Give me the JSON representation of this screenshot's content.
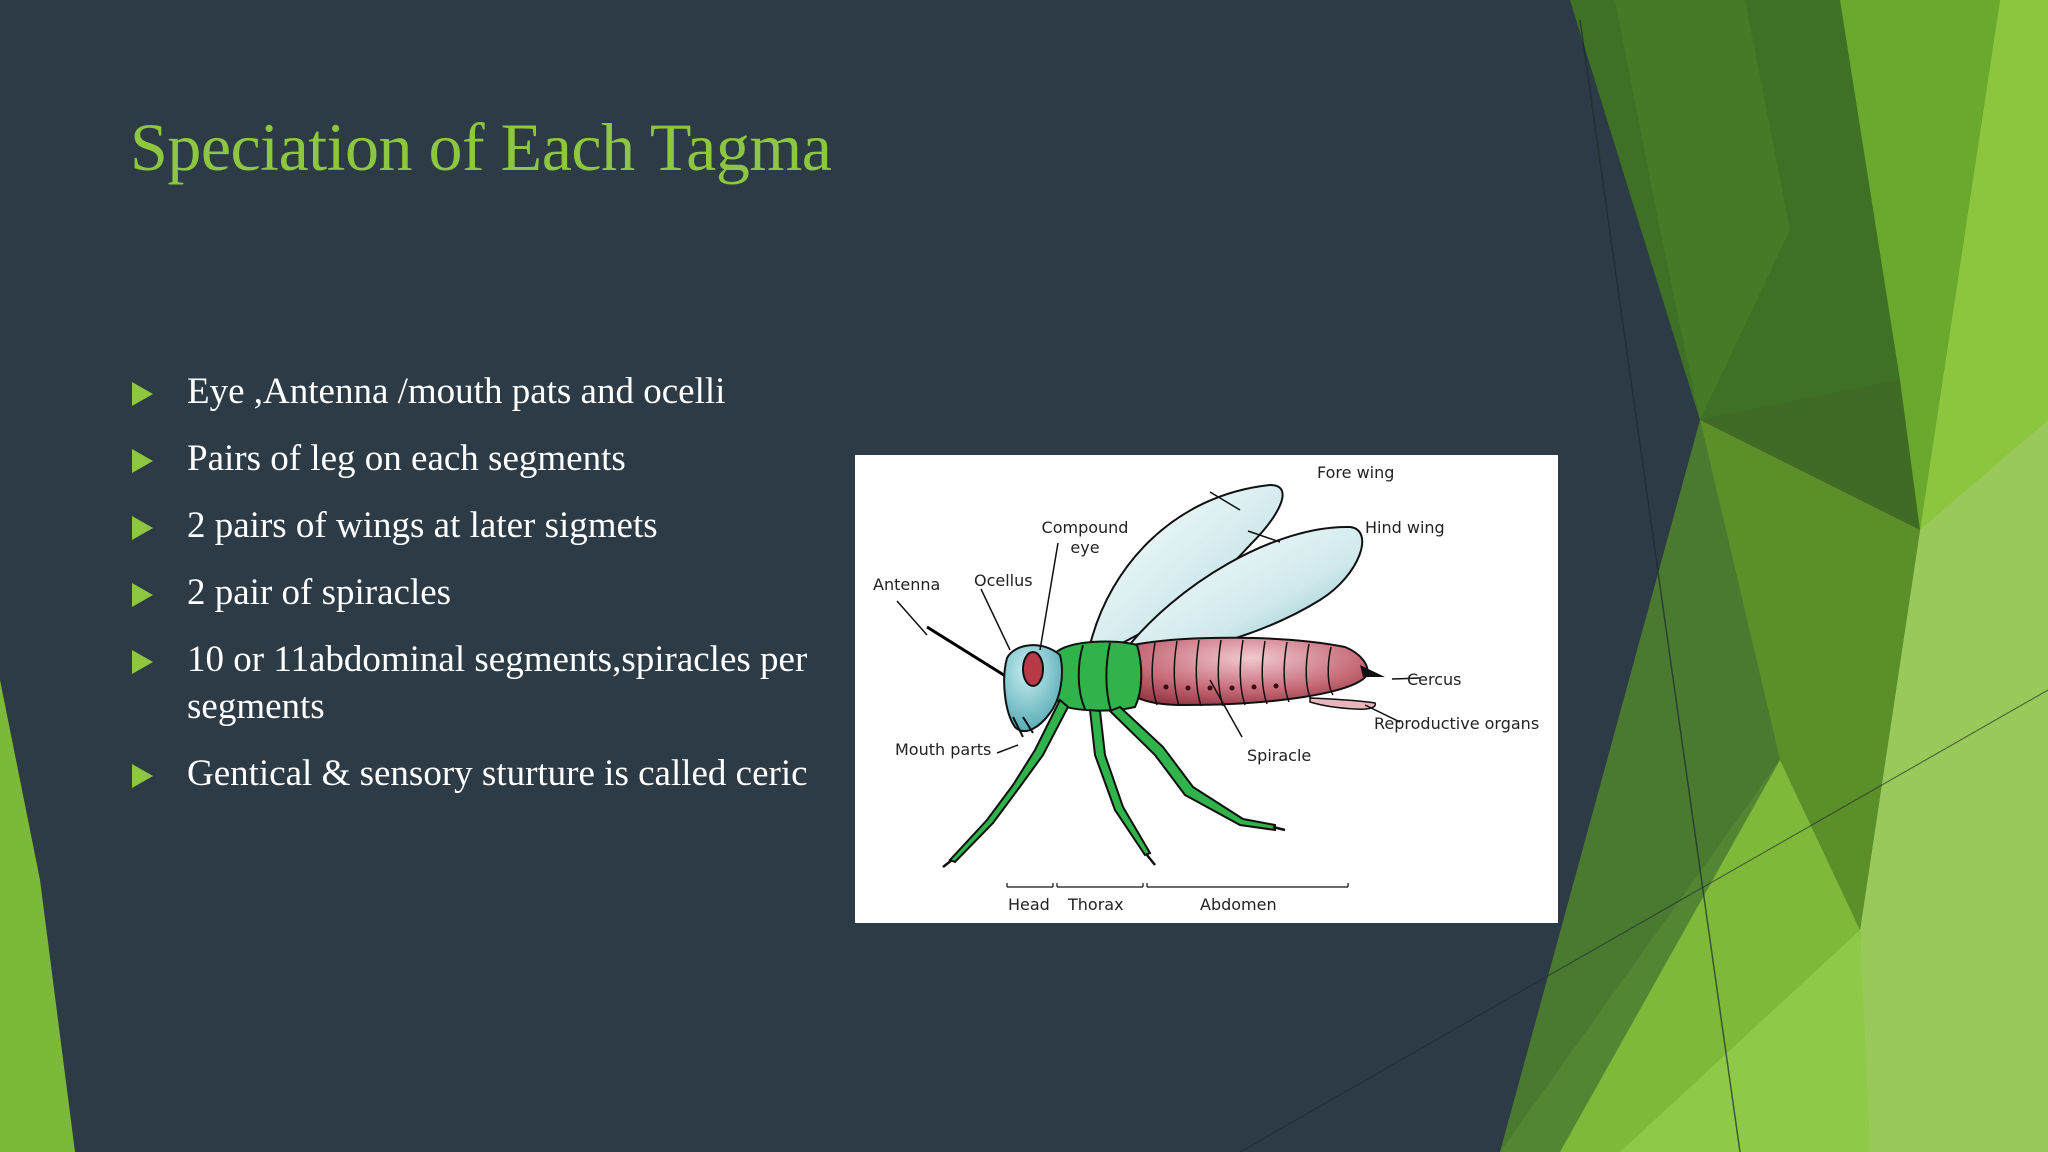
{
  "slide": {
    "title": "Speciation of Each Tagma",
    "bullets": [
      "Eye ,Antenna /mouth pats and ocelli",
      "Pairs of leg on each segments",
      "2 pairs of wings at later sigmets",
      "2 pair of spiracles",
      "10 or 11abdominal segments,spiracles per segments",
      "Gentical & sensory sturture is called ceric"
    ],
    "accent_color": "#8dc63f",
    "background_color": "#2c3b45"
  },
  "diagram": {
    "labels": {
      "fore_wing": "Fore wing",
      "hind_wing": "Hind wing",
      "compound_eye_1": "Compound",
      "compound_eye_2": "eye",
      "antenna": "Antenna",
      "ocellus": "Ocellus",
      "cercus": "Cercus",
      "reproductive_organs": "Reproductive organs",
      "spiracle": "Spiracle",
      "mouth_parts": "Mouth parts",
      "head": "Head",
      "thorax": "Thorax",
      "abdomen": "Abdomen"
    }
  }
}
